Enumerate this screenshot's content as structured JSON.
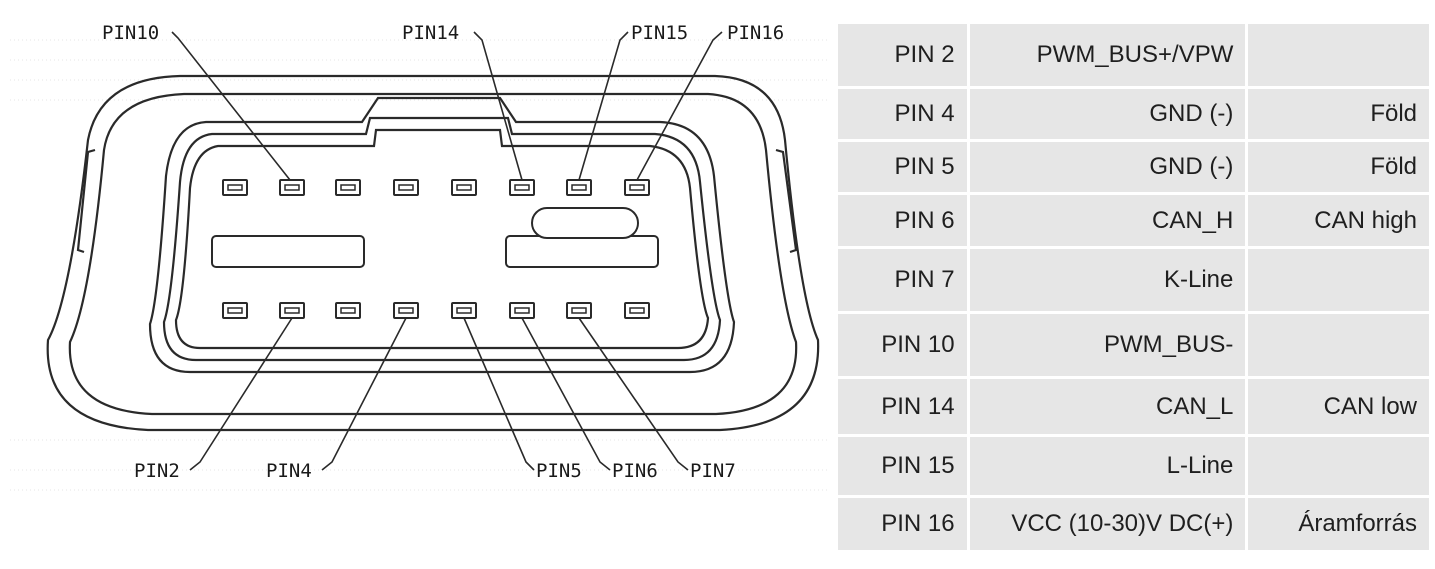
{
  "connector": {
    "callouts": {
      "pin10": "PIN10",
      "pin14": "PIN14",
      "pin15": "PIN15",
      "pin16": "PIN16",
      "pin2": "PIN2",
      "pin4": "PIN4",
      "pin5": "PIN5",
      "pin6": "PIN6",
      "pin7": "PIN7"
    }
  },
  "pinout_table": {
    "rows": [
      {
        "pin": "PIN 2",
        "signal": "PWM_BUS+/VPW",
        "description": ""
      },
      {
        "pin": "PIN 4",
        "signal": "GND (-)",
        "description": "Föld"
      },
      {
        "pin": "PIN 5",
        "signal": "GND (-)",
        "description": "Föld"
      },
      {
        "pin": "PIN 6",
        "signal": "CAN_H",
        "description": "CAN high"
      },
      {
        "pin": "PIN 7",
        "signal": "K-Line",
        "description": ""
      },
      {
        "pin": "PIN 10",
        "signal": "PWM_BUS-",
        "description": ""
      },
      {
        "pin": "PIN 14",
        "signal": "CAN_L",
        "description": "CAN low"
      },
      {
        "pin": "PIN 15",
        "signal": "L-Line",
        "description": ""
      },
      {
        "pin": "PIN 16",
        "signal": "VCC (10-30)V DC(+)",
        "description": "Áramforrás"
      }
    ]
  }
}
